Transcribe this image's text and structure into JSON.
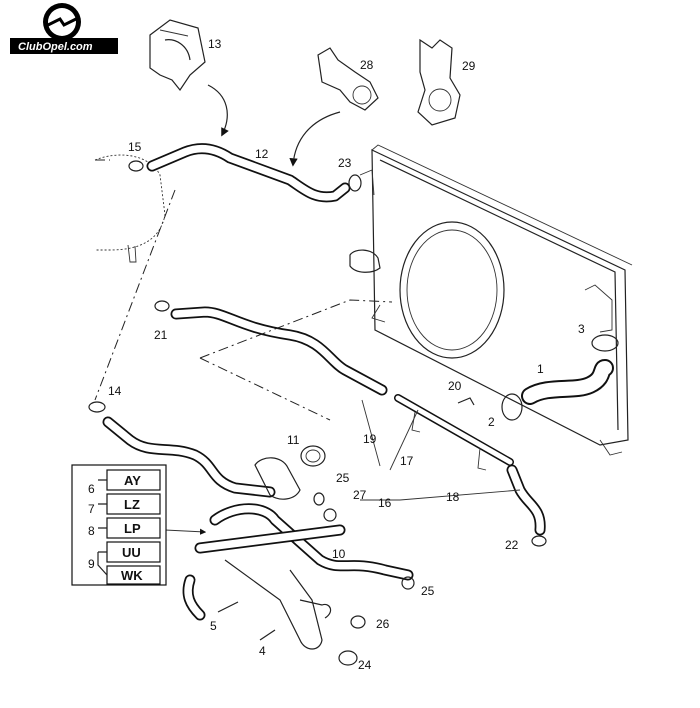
{
  "logo": {
    "text": "ClubOpel.com"
  },
  "part_labels": [
    "1",
    "2",
    "3",
    "4",
    "5",
    "6",
    "7",
    "8",
    "9",
    "10",
    "11",
    "12",
    "13",
    "14",
    "15",
    "16",
    "17",
    "18",
    "19",
    "20",
    "21",
    "22",
    "23",
    "24",
    "25",
    "25",
    "26",
    "27",
    "28",
    "29"
  ],
  "legend": {
    "codes": [
      "AY",
      "LZ",
      "LP",
      "UU",
      "WK"
    ],
    "numbers": [
      "6",
      "7",
      "8",
      "9"
    ]
  }
}
